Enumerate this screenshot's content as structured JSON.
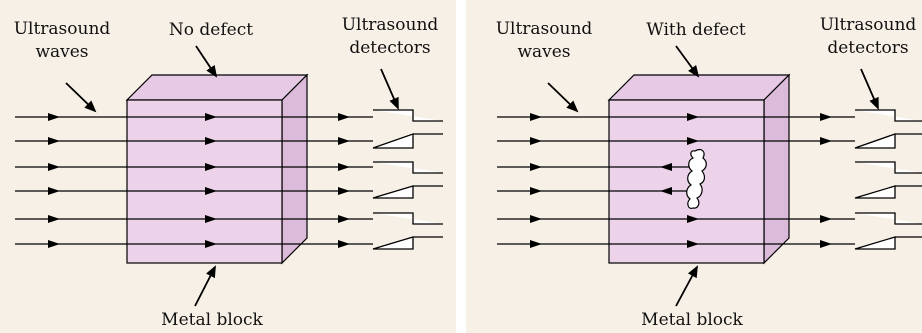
{
  "colors": {
    "background": "#f7f0e6",
    "block_front": "#ecd3ea",
    "block_top": "#e6c9e4",
    "block_side": "#dcbad9",
    "line": "#000000"
  },
  "left": {
    "waves_label_1": "Ultrasound",
    "waves_label_2": "waves",
    "title": "No defect",
    "detectors_label_1": "Ultrasound",
    "detectors_label_2": "detectors",
    "block_label": "Metal block"
  },
  "right": {
    "waves_label_1": "Ultrasound",
    "waves_label_2": "waves",
    "title": "With defect",
    "detectors_label_1": "Ultrasound",
    "detectors_label_2": "detectors",
    "block_label": "Metal block"
  }
}
